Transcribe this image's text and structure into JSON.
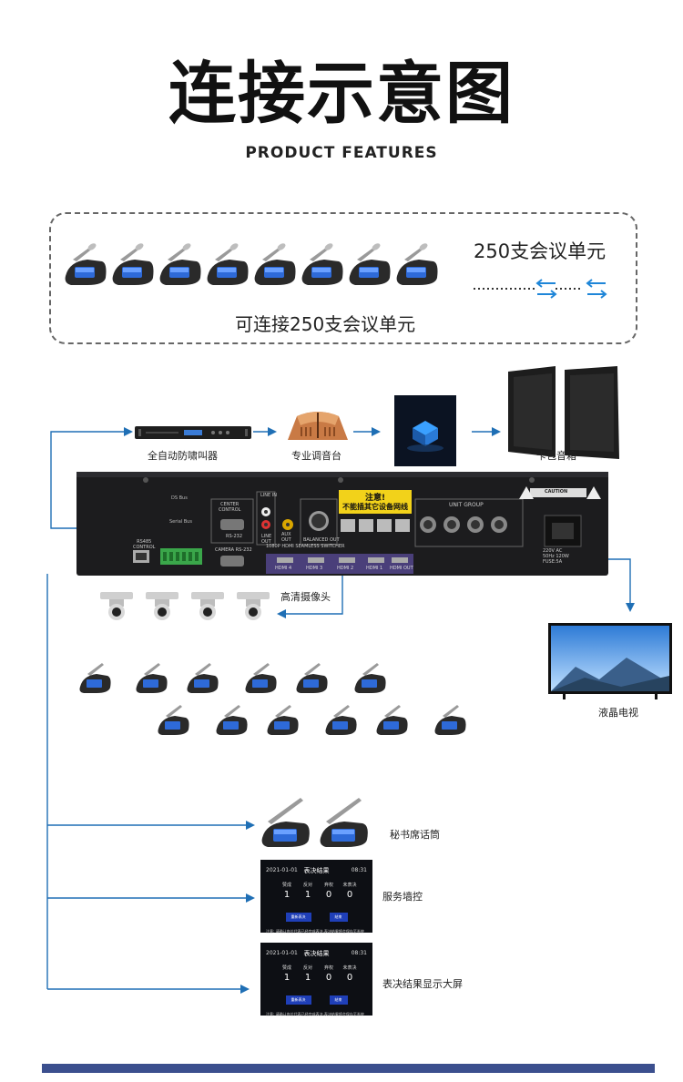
{
  "header": {
    "title": "连接示意图",
    "subtitle": "PRODUCT  FEATURES"
  },
  "unit_box": {
    "count_label": "250支会议单元",
    "caption": "可连接250支会议单元"
  },
  "chain": {
    "feedback_label": "全自动防啸叫器",
    "mixer_label": "专业调音台",
    "speaker_label": "卡包音箱"
  },
  "panel": {
    "left_labels": [
      "DS Bus",
      "Serial Bus"
    ],
    "rs485": "RS485\nCONTROL",
    "center_control": "CENTER\nCONTROL",
    "rs232": "RS-232",
    "camera_rs232": "CAMERA RS-232",
    "line_in": "LINE IN",
    "line_out": "LINE\nOUT",
    "aux_out": "AUX\nOUT",
    "balanced_out": "BALANCED OUT",
    "warning_title": "注意!",
    "warning_text": "不能插其它设备网线",
    "unit_group": "UNIT GROUP",
    "hdmi_switcher": "1080P HDMI SEAMLESS SWITCHER",
    "hdmi_ports": [
      "HDMI 4",
      "HDMI 3",
      "HDMI 2",
      "HDMI 1"
    ],
    "hdmi_out": "HDMI OUT",
    "caution": "CAUTION",
    "power": "220V AC\n50Hz 120W\nFUSE:5A"
  },
  "outputs": {
    "camera_label": "高清摄像头",
    "tv_label": "液晶电视",
    "secretary_label": "秘书席话筒",
    "service_label": "服务墙控",
    "result_label": "表决结果显示大屏"
  },
  "screen": {
    "date": "2021-01-01",
    "title": "表决结果",
    "time": "08:31",
    "columns": [
      {
        "header": "赞成",
        "value": "1"
      },
      {
        "header": "反对",
        "value": "1"
      },
      {
        "header": "弃权",
        "value": "0"
      },
      {
        "header": "未表决",
        "value": "0"
      }
    ],
    "btn1": "重新表决",
    "btn2": "结束",
    "note": "注意: 请确认各位代表已经完成表决,表决结果将会保存至系统"
  },
  "colors": {
    "arrow": "#1f6fb5",
    "footer_bar": "#3b4f8e",
    "panel": "#1c1c1e",
    "hdmi_band": "#4a3f7a"
  }
}
